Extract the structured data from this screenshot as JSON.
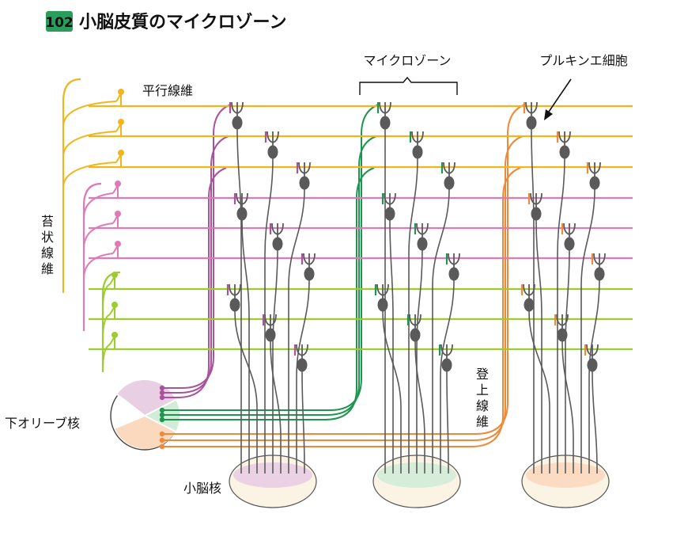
{
  "header": {
    "badge": "102",
    "title": "小脳皮質のマイクロゾーン"
  },
  "labels": {
    "microzone": "マイクロゾーン",
    "purkinje": "プルキンエ細胞",
    "parallel_fiber": "平行線維",
    "mossy_fiber": [
      "苔",
      "状",
      "線",
      "維"
    ],
    "climbing_fiber": [
      "登",
      "上",
      "線",
      "維"
    ],
    "inferior_olive": "下オリーブ核",
    "cerebellar_nuclei": "小脳核"
  },
  "colors": {
    "badge": "#2a9d5c",
    "parallel": [
      "#f2b51b",
      "#e07ab6",
      "#9ccc2e"
    ],
    "zones": [
      "#a8539c",
      "#1f9650",
      "#f0883a"
    ],
    "neuron": "#5a5a5a",
    "zone_fill": [
      "#e9cfe3",
      "#d3ecd8",
      "#fbd9bf"
    ],
    "nucleus_fill": "#fbf4e4"
  }
}
